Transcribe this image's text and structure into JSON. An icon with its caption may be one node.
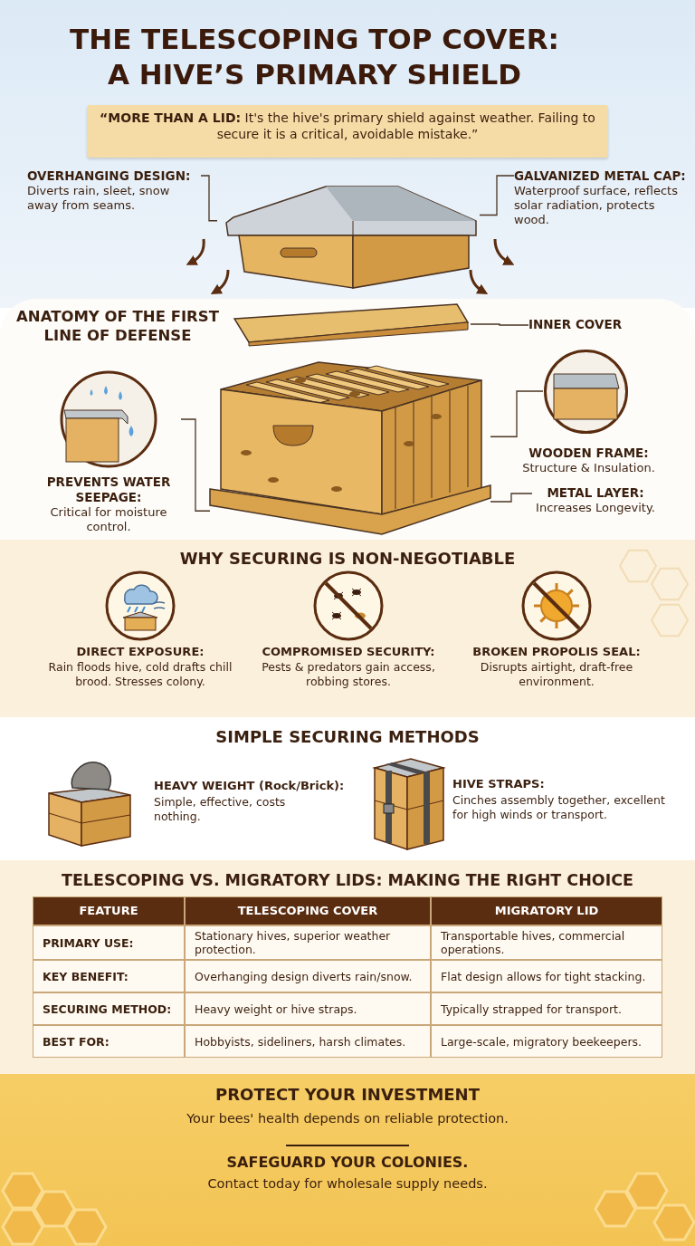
{
  "diagram": {
    "title": "THE TELESCOPING TOP COVER: A HIVE’S PRIMARY SHIELD",
    "nodes": [
      {
        "text": [
          "OVERHANGING DESIGN:",
          "Diverts rain, sleet, snow away from seams."
        ]
      },
      {
        "text": [
          "GALVANIZED METAL CAP:",
          "Waterproof surface, reflects solar radiation, protects wood."
        ]
      },
      {
        "text": [],
        "shape": "picture"
      },
      {
        "text": [],
        "shape": "picture"
      },
      {
        "text": [],
        "shape": "picture"
      },
      {
        "text": [
          "INNER COVER"
        ]
      },
      {
        "text": [
          "PREVENTS WATER SEEPAGE:",
          "Critical for moisture control."
        ]
      },
      {
        "text": [],
        "shape": "picture"
      },
      {
        "text": [
          "WOODEN FRAME:",
          "Structure & Insulation."
        ]
      },
      {
        "text": [
          "METAL LAYER:",
          "Increases Longevity."
        ]
      }
    ],
    "edges": [
      {
        "from": 0,
        "to": 2,
        "arrow": "none"
      },
      {
        "from": 1,
        "to": 2,
        "arrow": "none"
      },
      {
        "from": 5,
        "to": 3,
        "arrow": "none"
      },
      {
        "from": 6,
        "to": 4,
        "arrow": "none"
      },
      {
        "from": 7,
        "to": 4,
        "arrow": "none"
      },
      {
        "from": 9,
        "to": 4,
        "arrow": "none"
      }
    ],
    "labels": [
      "**“MORE THAN A LID:** It's the hive's primary shield against weather. Failing to secure it is a critical, avoidable mistake.”",
      "ANATOMY OF THE FIRST LINE OF DEFENSE",
      "WHY SECURING IS NON-NEGOTIABLE",
      "DIRECT EXPOSURE:",
      "Rain floods hive, cold drafts chill brood. Stresses colony.",
      "COMPROMISED SECURITY:",
      "Pests & predators gain access, robbing stores.",
      "BROKEN PROPOLIS SEAL:",
      "Disrupts airtight, draft-free environment.",
      "SIMPLE SECURING METHODS",
      "HEAVY WEIGHT (Rock/Brick):",
      "Simple, effective, costs nothing.",
      "HIVE STRAPS:",
      "Cinches assembly together, excellent for high winds or transport.",
      "TELESCOPING VS. MIGRATORY LIDS: MAKING THE RIGHT CHOICE",
      "FEATURE",
      "TELESCOPING COVER",
      "MIGRATORY LID",
      "PRIMARY USE:",
      "Stationary hives, superior weather protection.",
      "Transportable hives, commercial operations.",
      "KEY BENEFIT:",
      "Overhanging design diverts rain/snow.",
      "Flat design allows for tight stacking.",
      "SECURING METHOD:",
      "Heavy weight or hive straps.",
      "Typically strapped for transport.",
      "BEST FOR:",
      "Hobbyists, sideliners, harsh climates.",
      "Large-scale, migratory beekeepers.",
      "PROTECT YOUR INVESTMENT",
      "Your bees' health depends on reliable protection.",
      "SAFEGUARD YOUR COLONIES.",
      "Contact today for wholesale supply needs."
    ]
  }
}
